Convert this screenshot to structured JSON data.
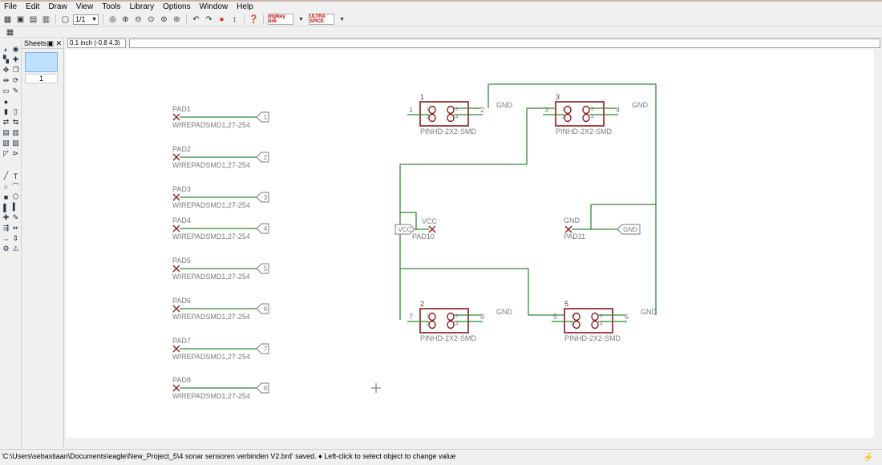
{
  "menu": [
    "File",
    "Edit",
    "Draw",
    "View",
    "Tools",
    "Library",
    "Options",
    "Window",
    "Help"
  ],
  "toolbar": {
    "zoom_select": "1/1",
    "logo1": "digikey link",
    "logo2": "ULTRA SPICE"
  },
  "sheets": {
    "title": "Sheets",
    "current": "1"
  },
  "coord_readout": "0.1 inch (-0.8 4.3)",
  "pads": [
    {
      "name": "PAD1",
      "value": "WIREPADSMD1,27-254",
      "net": "1"
    },
    {
      "name": "PAD2",
      "value": "WIREPADSMD1,27-254",
      "net": "2"
    },
    {
      "name": "PAD3",
      "value": "WIREPADSMD1,27-254",
      "net": "3"
    },
    {
      "name": "PAD4",
      "value": "WIREPADSMD1,27-254",
      "net": "4"
    },
    {
      "name": "PAD5",
      "value": "WIREPADSMD1,27-254",
      "net": "5"
    },
    {
      "name": "PAD6",
      "value": "WIREPADSMD1,27-254",
      "net": "6"
    },
    {
      "name": "PAD7",
      "value": "WIREPADSMD1,27-254",
      "net": "7"
    },
    {
      "name": "PAD8",
      "value": "WIREPADSMD1,27-254",
      "net": "8"
    }
  ],
  "headers": [
    {
      "ref": "1",
      "value": "PINHD-2X2-SMD",
      "left_net": "1",
      "right_net": "2",
      "gnd": "GND"
    },
    {
      "ref": "3",
      "value": "PINHD-2X2-SMD",
      "left_net": "3",
      "right_net": "4",
      "gnd": "GND"
    },
    {
      "ref": "2",
      "value": "PINHD-2X2-SMD",
      "left_net": "7",
      "right_net": "8",
      "gnd": "GND"
    },
    {
      "ref": "5",
      "value": "PINHD-2X2-SMD",
      "left_net": "5",
      "right_net": "6",
      "gnd": "GND"
    }
  ],
  "pin_numbers": [
    "1",
    "2",
    "3",
    "4"
  ],
  "pad10": {
    "name": "PAD10",
    "net": "VCC",
    "label": "VCC"
  },
  "pad11": {
    "name": "PAD11",
    "net": "GND",
    "label": "GND"
  },
  "status": "'C:\\Users\\sebastiaan\\Documents\\eagle\\New_Project_5\\4 sonar sensoren verbinden V2.brd' saved.  ♦ Left-click to select object to change value",
  "colors": {
    "wire": "#2e8b2e",
    "part": "#8b1a1a",
    "label": "#7a7a7a",
    "canvas": "#ffffff"
  }
}
